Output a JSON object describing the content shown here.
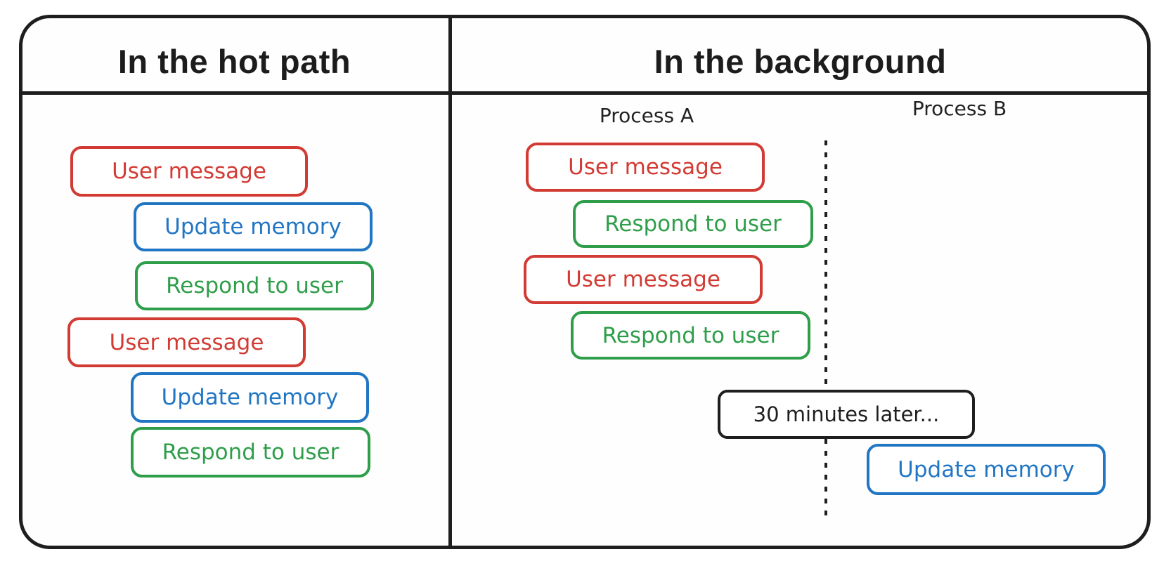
{
  "colors": {
    "red": "#d23b34",
    "green": "#2f9e4a",
    "blue": "#2176c4",
    "ink": "#1e1e1e"
  },
  "panels": {
    "hot_path": {
      "title": "In the hot path",
      "boxes": [
        {
          "label": "User message",
          "color": "red"
        },
        {
          "label": "Update memory",
          "color": "blue"
        },
        {
          "label": "Respond to user",
          "color": "green"
        },
        {
          "label": "User message",
          "color": "red"
        },
        {
          "label": "Update memory",
          "color": "blue"
        },
        {
          "label": "Respond to user",
          "color": "green"
        }
      ]
    },
    "background": {
      "title": "In the background",
      "columns": {
        "a": "Process A",
        "b": "Process B"
      },
      "process_a_boxes": [
        {
          "label": "User message",
          "color": "red"
        },
        {
          "label": "Respond to user",
          "color": "green"
        },
        {
          "label": "User message",
          "color": "red"
        },
        {
          "label": "Respond to user",
          "color": "green"
        }
      ],
      "note": {
        "label": "30 minutes later...",
        "color": "ink"
      },
      "process_b_boxes": [
        {
          "label": "Update memory",
          "color": "blue"
        }
      ]
    }
  }
}
